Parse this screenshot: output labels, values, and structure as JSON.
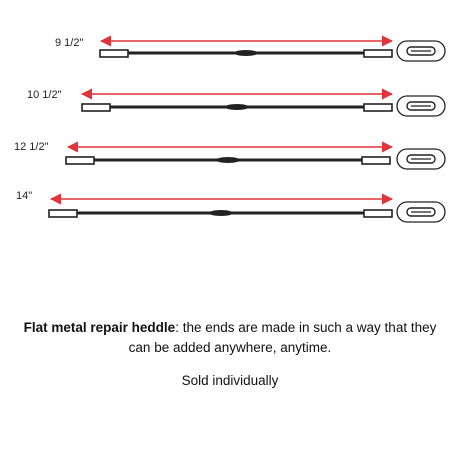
{
  "heddles": [
    {
      "label": "9 1/2\""
    },
    {
      "label": "10 1/2\""
    },
    {
      "label": "12 1/2\""
    },
    {
      "label": "14\""
    }
  ],
  "caption": {
    "bold": "Flat metal repair heddle",
    "rest": ": the ends are made in such a way that they can be added anywhere, anytime."
  },
  "note": "Sold individually",
  "colors": {
    "arrow": "#e0333a",
    "ink": "#222222"
  }
}
